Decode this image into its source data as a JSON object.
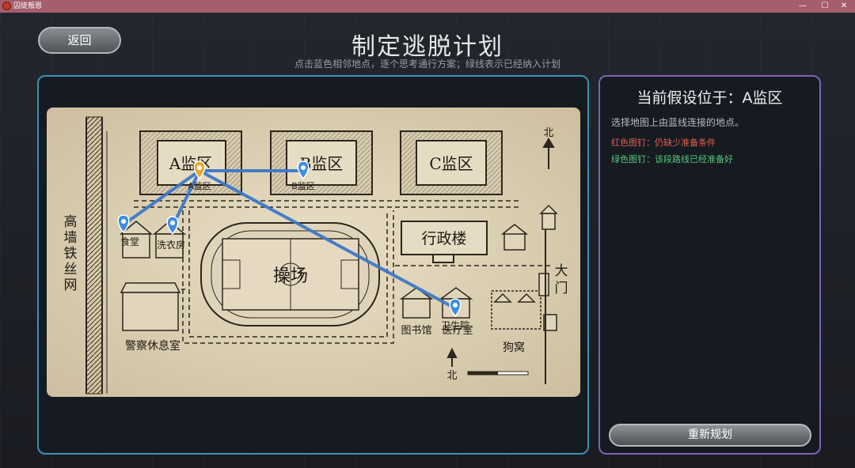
{
  "window": {
    "title": "囚徒叛恩",
    "controls": {
      "minimize": "—",
      "maximize": "☐",
      "close": "✕"
    }
  },
  "header": {
    "back_label": "返回",
    "title": "制定逃脱计划",
    "subtitle": "点击蓝色相邻地点，逐个思考通行方案；绿线表示已经纳入计划"
  },
  "map": {
    "blocks": {
      "a": "A监区",
      "b": "B监区",
      "c": "C监区",
      "admin": "行政楼",
      "playground": "操场",
      "wall": "高墙铁丝网",
      "gate": "大门",
      "police": "警察休息室",
      "library": "图书馆",
      "clinic": "医疗室",
      "kennel": "狗窝",
      "north_top": "北",
      "north_bottom": "北"
    },
    "pins": {
      "a": {
        "label": "A监区",
        "status": "current"
      },
      "b": {
        "label": "B监区",
        "status": "neighbor"
      },
      "canteen": {
        "label": "食堂",
        "status": "neighbor"
      },
      "laundry": {
        "label": "洗衣房",
        "status": "neighbor"
      },
      "clinic": {
        "label": "卫生院",
        "status": "neighbor"
      }
    }
  },
  "info": {
    "title": "当前假设位于：A监区",
    "description": "选择地图上由蓝线连接的地点。",
    "red_note": "红色图钉：仍缺少准备条件",
    "green_note": "绿色图钉：该段路线已经准备好",
    "replan_label": "重新规划"
  },
  "colors": {
    "accent_blue": "#3f8fb3",
    "accent_purple": "#7c63b0",
    "route_blue": "#3d78c8",
    "pin_blue": "#3f8fe0",
    "pin_gold": "#e8a930",
    "note_red": "#e06050",
    "note_green": "#58c478"
  }
}
